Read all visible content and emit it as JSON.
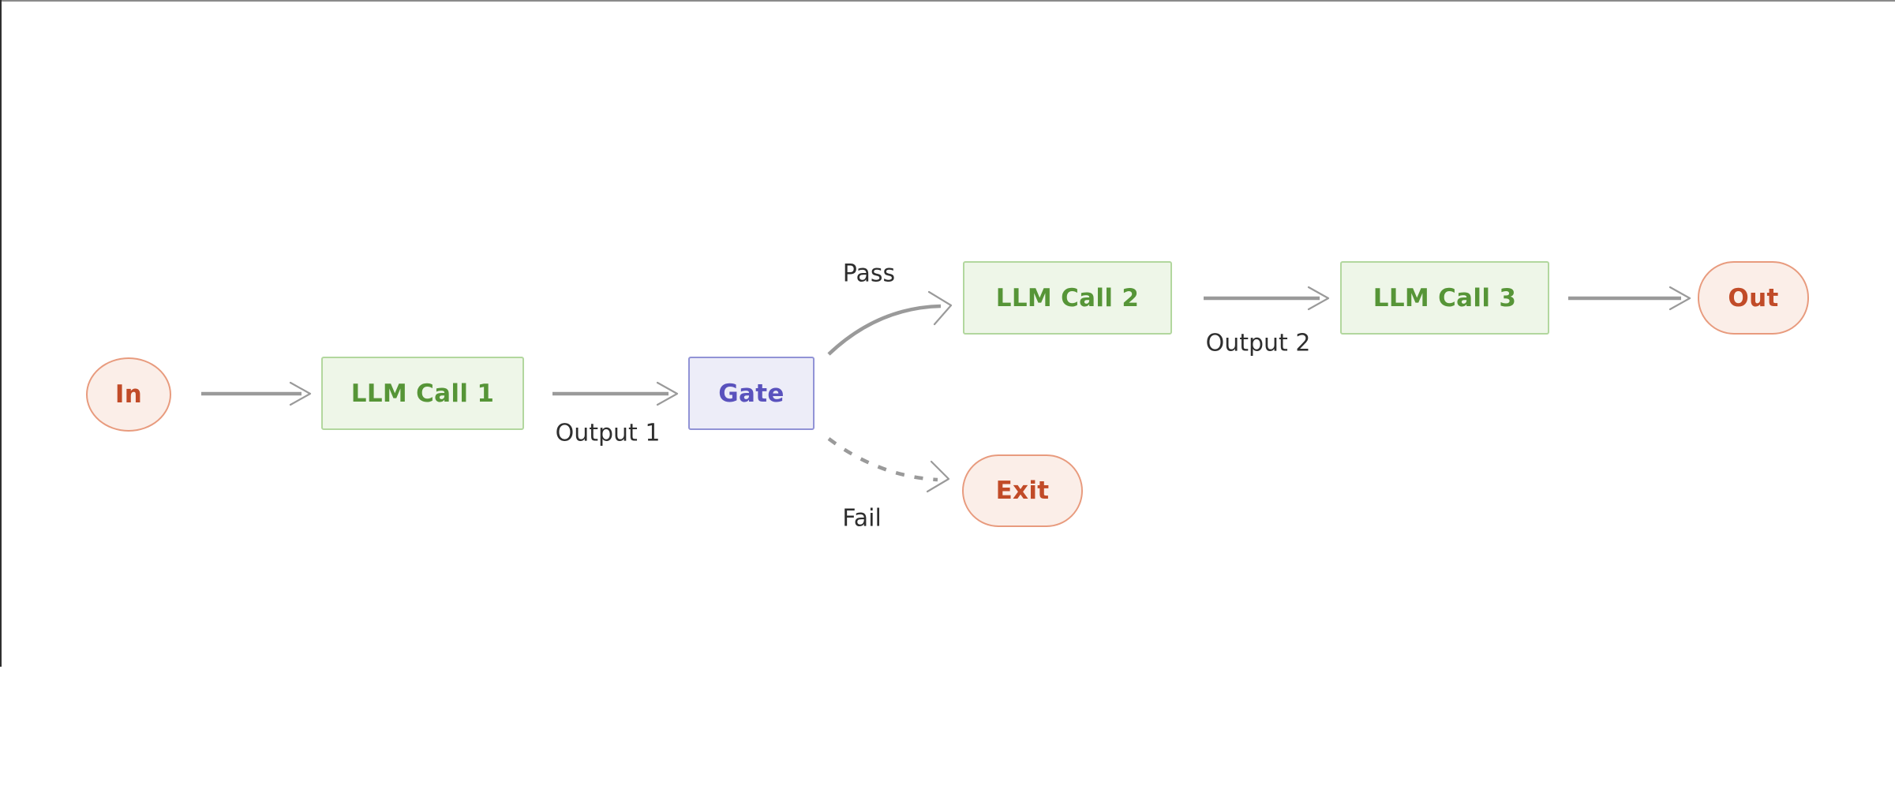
{
  "diagram": {
    "type": "flowchart",
    "direction": "left-to-right",
    "nodes": [
      {
        "id": "in",
        "kind": "terminal",
        "label": "In"
      },
      {
        "id": "llm1",
        "kind": "process",
        "label": "LLM Call 1"
      },
      {
        "id": "gate",
        "kind": "gate",
        "label": "Gate"
      },
      {
        "id": "llm2",
        "kind": "process",
        "label": "LLM Call 2"
      },
      {
        "id": "llm3",
        "kind": "process",
        "label": "LLM Call 3"
      },
      {
        "id": "out",
        "kind": "terminal",
        "label": "Out"
      },
      {
        "id": "exit",
        "kind": "terminal",
        "label": "Exit"
      }
    ],
    "edges": [
      {
        "from": "in",
        "to": "llm1",
        "label": "",
        "style": "solid"
      },
      {
        "from": "llm1",
        "to": "gate",
        "label": "Output 1",
        "style": "solid"
      },
      {
        "from": "gate",
        "to": "llm2",
        "label": "Pass",
        "style": "solid-curved"
      },
      {
        "from": "gate",
        "to": "exit",
        "label": "Fail",
        "style": "dashed-curved"
      },
      {
        "from": "llm2",
        "to": "llm3",
        "label": "Output 2",
        "style": "solid"
      },
      {
        "from": "llm3",
        "to": "out",
        "label": "",
        "style": "solid"
      }
    ],
    "colors": {
      "terminal_bg": "#fbeee8",
      "terminal_border": "#e89b7e",
      "terminal_text": "#c14b28",
      "process_bg": "#eef6e8",
      "process_border": "#b2d79e",
      "process_text": "#569537",
      "gate_bg": "#ededf8",
      "gate_border": "#9193d6",
      "gate_text": "#5a52bd",
      "edge": "#9a9a9a",
      "edge_label_text": "#2e2e2e",
      "canvas_bg": "#ffffff",
      "frame_left": "#2f2f2f",
      "frame_top": "#8a8a8a"
    }
  }
}
